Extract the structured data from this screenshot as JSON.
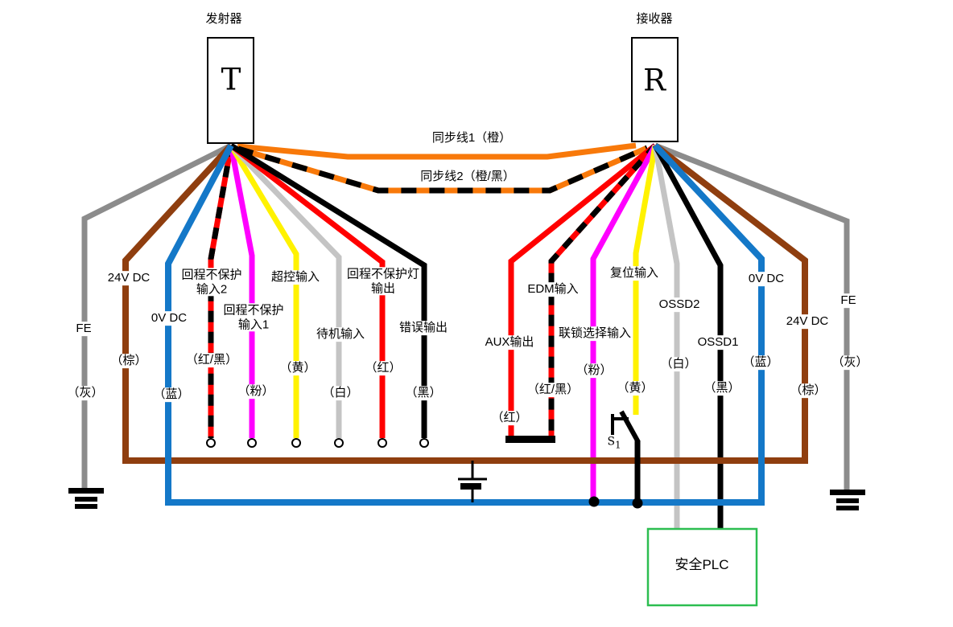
{
  "transmitter": {
    "label": "发射器",
    "symbol": "T"
  },
  "receiver": {
    "label": "接收器",
    "symbol": "R"
  },
  "sync1_label": "同步线1（橙）",
  "sync2_label": "同步线2（橙/黑）",
  "wires": {
    "fe_left": {
      "name": "FE",
      "color": "（灰）"
    },
    "v24_left": {
      "name": "24V DC",
      "color": "（棕）"
    },
    "v0_left": {
      "name": "0V DC",
      "color": "（蓝）"
    },
    "muting2": {
      "name": "回程不保护\n输入2",
      "color": "（红/黑）"
    },
    "muting1": {
      "name": "回程不保护\n输入1",
      "color": "（粉）"
    },
    "override": {
      "name": "超控输入",
      "color": "（黄）"
    },
    "standby": {
      "name": "待机输入",
      "color": "（白）"
    },
    "lamp": {
      "name": "回程不保护灯\n输出",
      "color": "（红）"
    },
    "error": {
      "name": "错误输出",
      "color": "（黑）"
    },
    "aux": {
      "name": "AUX输出",
      "color": "（红）"
    },
    "edm": {
      "name": "EDM输入",
      "color": "（红/黑）"
    },
    "interlock": {
      "name": "联锁选择输入",
      "color": "（粉）"
    },
    "reset": {
      "name": "复位输入",
      "color": "（黄）"
    },
    "ossd2": {
      "name": "OSSD2",
      "color": "（白）"
    },
    "ossd1": {
      "name": "OSSD1",
      "color": "（黑）"
    },
    "v0_right": {
      "name": "0V DC",
      "color": "（蓝）"
    },
    "v24_right": {
      "name": "24V DC",
      "color": "（棕）"
    },
    "fe_right": {
      "name": "FE",
      "color": "（灰）"
    }
  },
  "switch": {
    "label": "S",
    "sub": "1"
  },
  "plc": {
    "label": "安全PLC"
  },
  "colors": {
    "orange": "#F8790A",
    "brown": "#8F3E0F",
    "blue": "#1478C8",
    "magenta": "#FF00FF",
    "yellow": "#FFF200",
    "red": "#FF0000",
    "gray": "#8C8C8C",
    "light_gray": "#C4C4C4",
    "black": "#000000",
    "plc_green": "#2CBE50",
    "box_border": "#000000"
  }
}
